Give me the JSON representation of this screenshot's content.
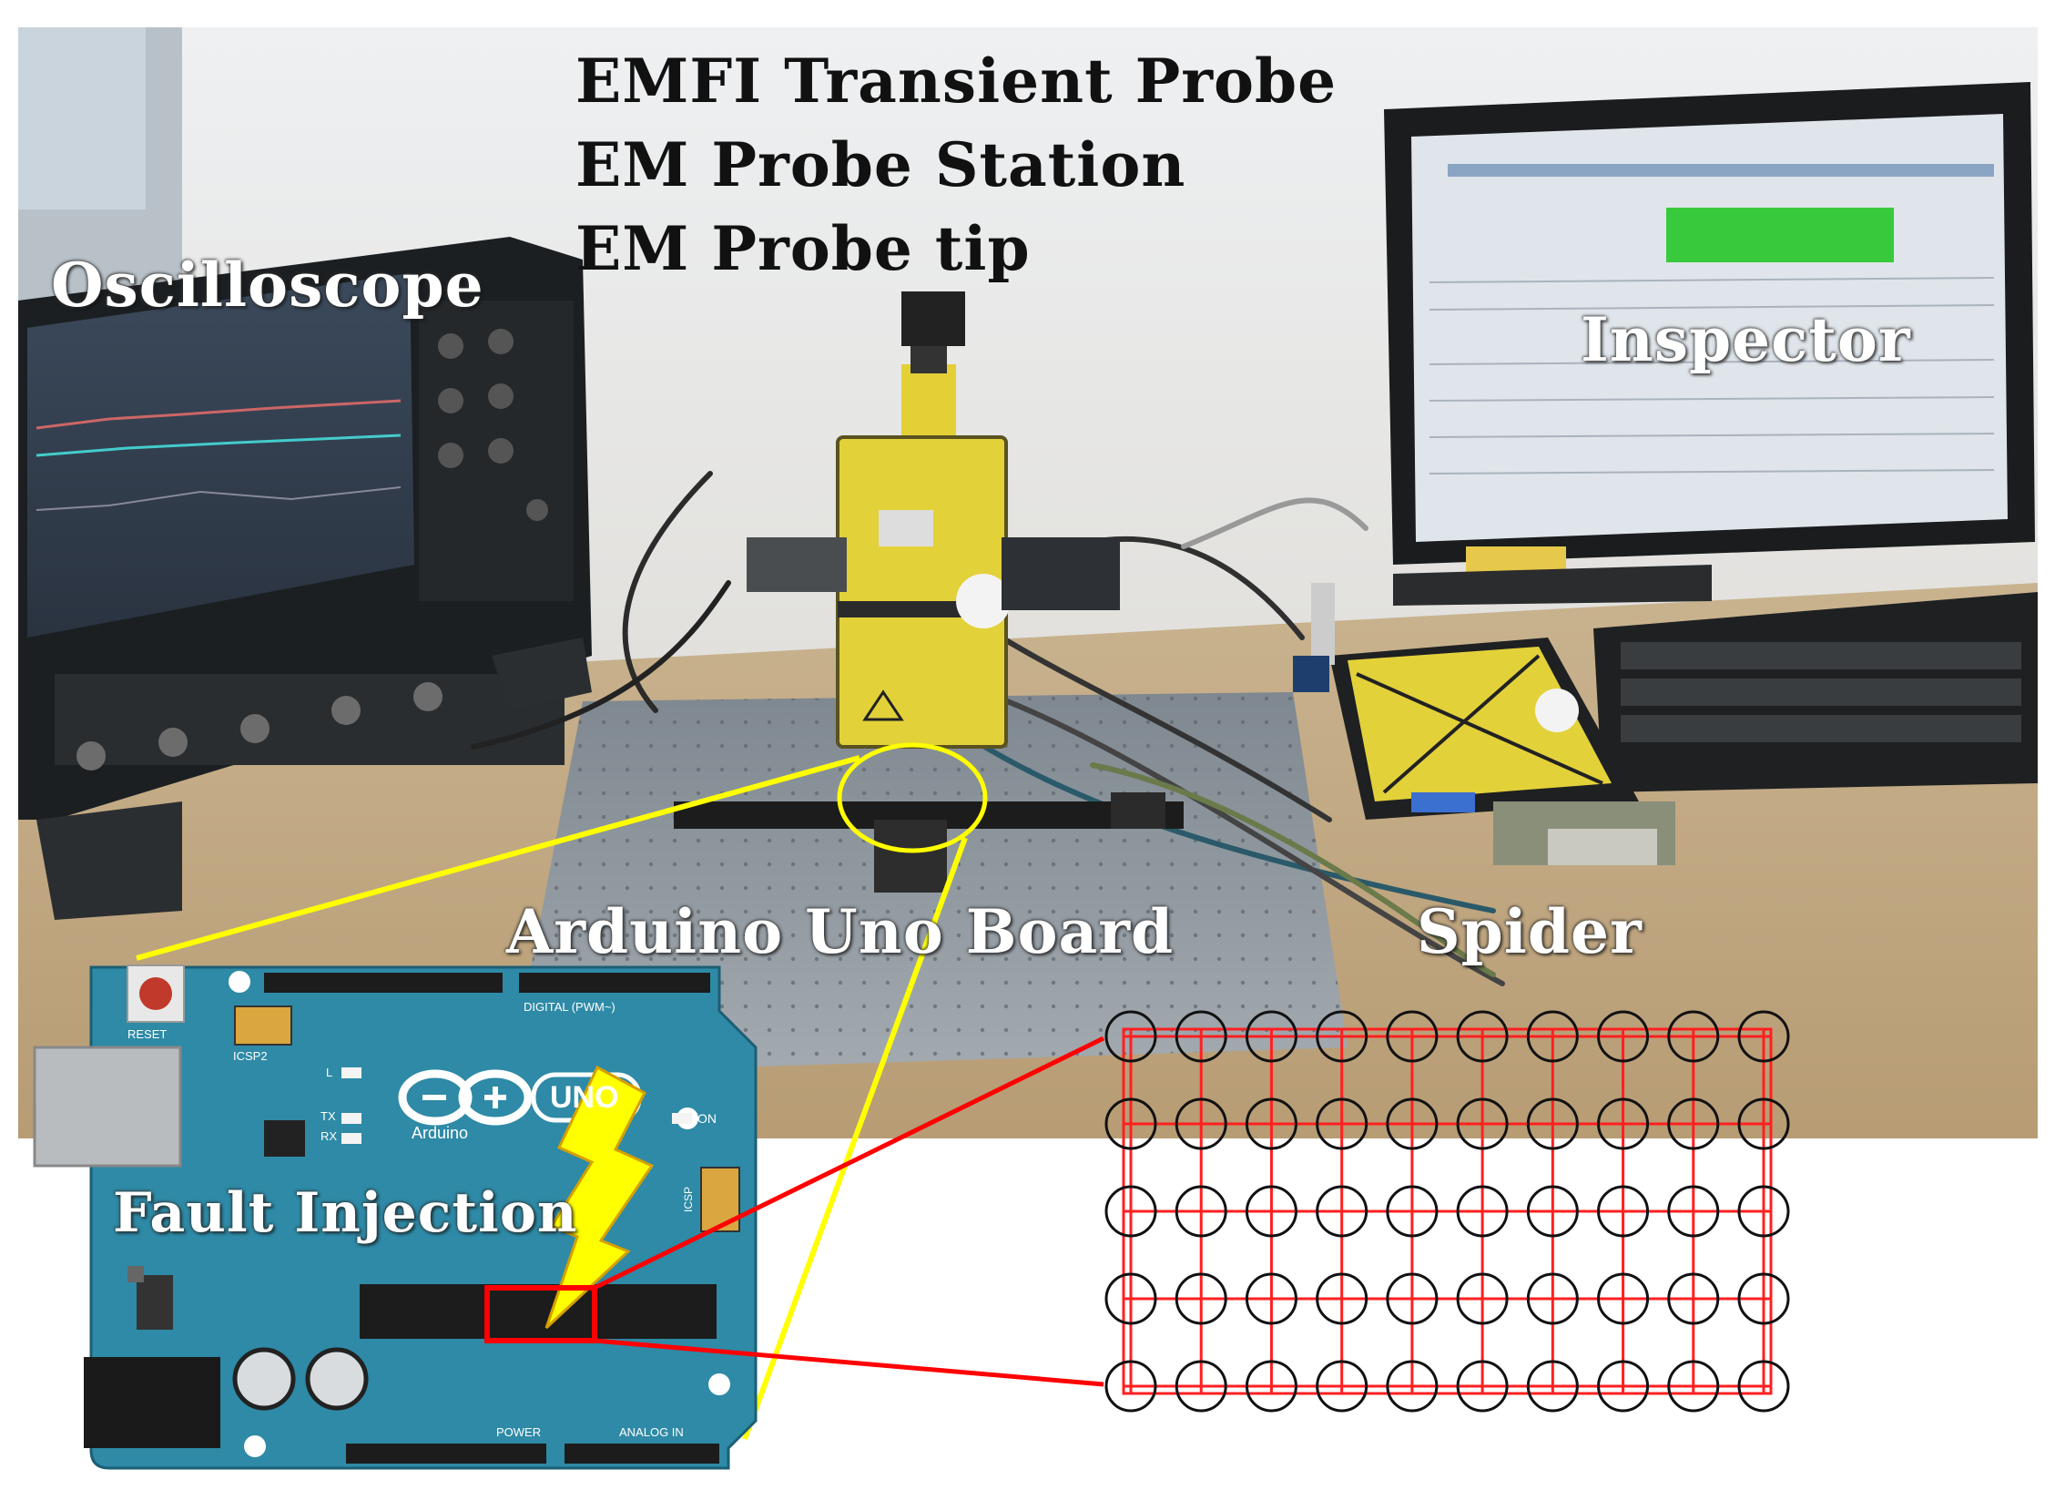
{
  "labels": {
    "probe_line1": "EMFI Transient Probe",
    "probe_line2": "EM Probe Station",
    "probe_line3": "EM Probe tip",
    "oscilloscope": "Oscilloscope",
    "inspector": "Inspector",
    "arduino_board": "Arduino Uno Board",
    "spider": "Spider",
    "fault_injection": "Fault Injection"
  },
  "board_text": {
    "reset": "RESET",
    "icsp2": "ICSP2",
    "digital": "DIGITAL (PWM~)",
    "logo": "Arduino",
    "uno": "UNO",
    "on": "ON",
    "tx": "TX",
    "rx": "RX",
    "l": "L",
    "icsp": "ICSP",
    "power": "POWER",
    "analog_in": "ANALOG IN"
  },
  "colors": {
    "board": "#2e8aa6",
    "highlight_yellow": "#ffff00",
    "highlight_red": "#ff0000",
    "device_yellow": "#e8d63a",
    "grid_red": "#ff2020"
  },
  "grid": {
    "columns": 10,
    "rows": 5
  }
}
